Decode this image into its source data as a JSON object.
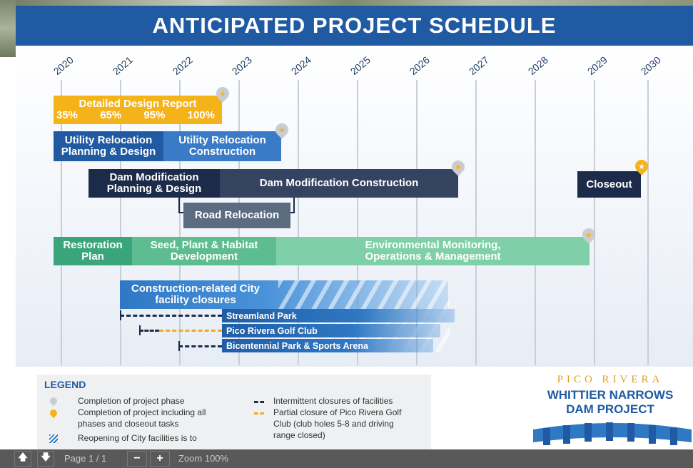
{
  "title": "ANTICIPATED PROJECT SCHEDULE",
  "years": [
    "2020",
    "2021",
    "2022",
    "2023",
    "2024",
    "2025",
    "2026",
    "2027",
    "2028",
    "2029",
    "2030"
  ],
  "bars": {
    "design_title": "Detailed Design Report",
    "design_pct": [
      "35%",
      "65%",
      "95%",
      "100%"
    ],
    "util_plan_1": "Utility Relocation",
    "util_plan_2": "Planning & Design",
    "util_con_1": "Utility Relocation",
    "util_con_2": "Construction",
    "dam_plan_1": "Dam Modification",
    "dam_plan_2": "Planning & Design",
    "dam_con": "Dam Modification Construction",
    "closeout": "Closeout",
    "road": "Road Relocation",
    "rest_1": "Restoration",
    "rest_2": "Plan",
    "seed_1": "Seed, Plant & Habitat",
    "seed_2": "Development",
    "env_1": "Environmental Monitoring,",
    "env_2": "Operations & Management",
    "closures_1": "Construction-related City",
    "closures_2": "facility closures"
  },
  "facilities": [
    "Streamland Park",
    "Pico Rivera Golf Club",
    "Bicentennial Park & Sports Arena"
  ],
  "legend": {
    "title": "LEGEND",
    "phase": "Completion of project phase",
    "project_1": "Completion of project including all",
    "project_2": "phases and closeout tasks",
    "reopen_1": "Reopening of City facilities is to",
    "intermittent": "Intermittent closures of facilities",
    "partial_1": "Partial closure of Pico Rivera Golf",
    "partial_2": "Club (club holes 5-8 and driving",
    "partial_3": "range closed)"
  },
  "logo": {
    "line1": "PICO RIVERA",
    "line2": "WHITTIER NARROWS",
    "line3": "DAM PROJECT"
  },
  "toolbar": {
    "page": "Page 1 / 1",
    "zoom": "Zoom 100%",
    "up": "🡅",
    "down": "🡇",
    "minus": "−",
    "plus": "+"
  },
  "colors": {
    "title_bg": "#1f5aa3",
    "design": "#f5b31a",
    "utility": "#1f5aa3",
    "dam": "#1c2b49",
    "road": "#5b6b80",
    "restoration": "#3aa57a",
    "environment": "#7fcfa9"
  }
}
